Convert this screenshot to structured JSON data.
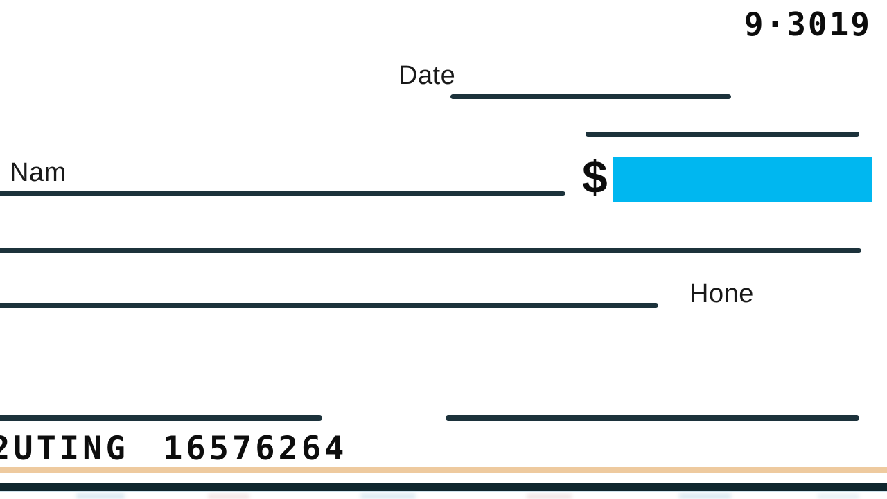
{
  "check": {
    "fraction_number": "9·3019",
    "date": {
      "label": "Date"
    },
    "payer": {
      "name_label": "Nam"
    },
    "amount": {
      "dollar_sign": "$"
    },
    "payee_line": {
      "label": "Hone"
    },
    "micr": {
      "routing_text": "2UTING 16576264"
    },
    "colors": {
      "line": "#1c323b",
      "amount_box": "#00b7f0",
      "accent_tan": "#eeca9f",
      "bottom_bar": "#0f262d",
      "text": "#191919",
      "micr": "#0d0d0d"
    }
  }
}
